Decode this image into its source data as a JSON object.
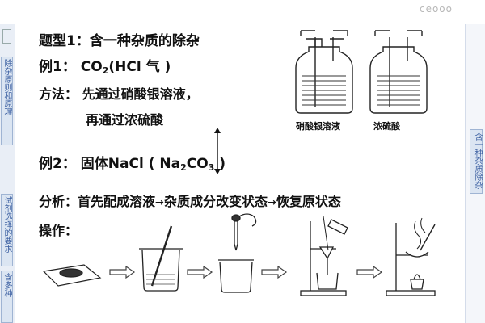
{
  "watermark": "ceooo",
  "left_tabs": [
    "除杂原则和原理",
    "试剂选择的要求",
    "含多种"
  ],
  "right_tab": "含一种杂质除杂",
  "slide": {
    "heading": "题型1：含一种杂质的除杂",
    "ex1_label": "例1：",
    "ex1_formula_main": "CO",
    "ex1_formula_sub": "2",
    "ex1_formula_rest": "(HCl 气 )",
    "method_label": "方法：",
    "method_line1": "先通过硝酸银溶液，",
    "method_line2": "再通过浓硫酸",
    "bottle1_caption": "硝酸银溶液",
    "bottle2_caption": "浓硫酸",
    "ex2_label": "例2：",
    "ex2_text": "固体NaCl ( Na",
    "ex2_sub1": "2",
    "ex2_mid": "CO",
    "ex2_sub2": "3",
    "ex2_end": " )",
    "analysis_label": "分析：",
    "analysis_step1": "首先配成溶液",
    "analysis_step2": "杂质成分改变状态",
    "analysis_step3": "恢复原状态",
    "analysis_arrow": "→",
    "operation_label": "操作："
  }
}
